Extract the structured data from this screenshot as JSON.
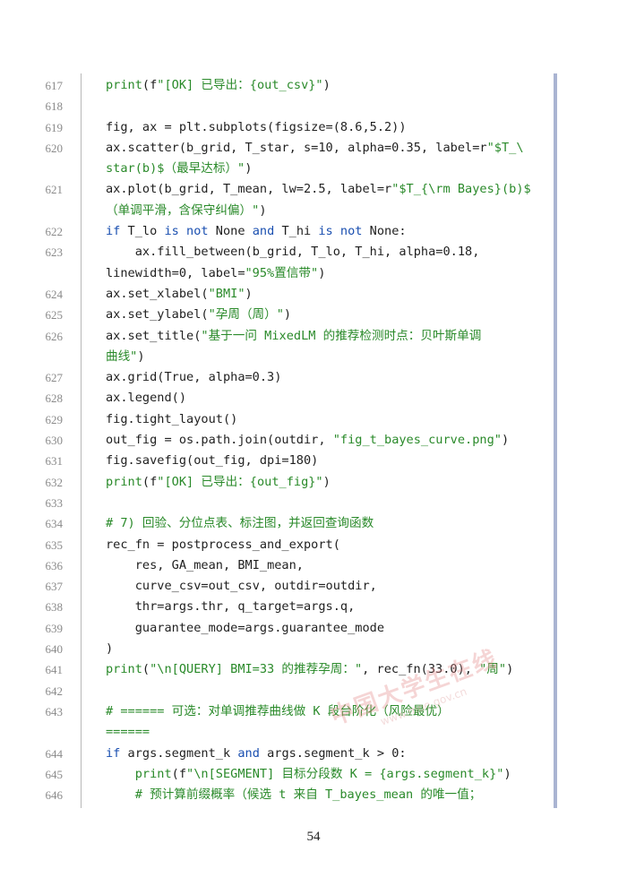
{
  "lines": [
    {
      "n": "617",
      "segs": [
        {
          "c": "str",
          "t": "print"
        },
        {
          "c": "",
          "t": "(f"
        },
        {
          "c": "str",
          "t": "\"[OK] 已导出：{out_csv}\""
        },
        {
          "c": "",
          "t": ")"
        }
      ]
    },
    {
      "n": "618",
      "segs": []
    },
    {
      "n": "619",
      "segs": [
        {
          "c": "",
          "t": "fig, ax = plt.subplots(figsize=(8.6,5.2))"
        }
      ]
    },
    {
      "n": "620",
      "segs": [
        {
          "c": "",
          "t": "ax.scatter(b_grid, T_star, s=10, alpha=0.35, label=r"
        },
        {
          "c": "str",
          "t": "\"$T_\\\n"
        },
        {
          "c": "str",
          "t": "star(b)$（最早达标）\""
        },
        {
          "c": "",
          "t": ")"
        }
      ]
    },
    {
      "n": "621",
      "segs": [
        {
          "c": "",
          "t": "ax.plot(b_grid, T_mean, lw=2.5, label=r"
        },
        {
          "c": "str",
          "t": "\"$T_{\\rm Bayes}(b)$\n（单调平滑，含保守纠偏）\""
        },
        {
          "c": "",
          "t": ")"
        }
      ]
    },
    {
      "n": "622",
      "segs": [
        {
          "c": "kw",
          "t": "if"
        },
        {
          "c": "",
          "t": " T_lo "
        },
        {
          "c": "kw",
          "t": "is not"
        },
        {
          "c": "",
          "t": " None "
        },
        {
          "c": "kw",
          "t": "and"
        },
        {
          "c": "",
          "t": " T_hi "
        },
        {
          "c": "kw",
          "t": "is not"
        },
        {
          "c": "",
          "t": " None:"
        }
      ]
    },
    {
      "n": "623",
      "segs": [
        {
          "c": "",
          "t": "    ax.fill_between(b_grid, T_lo, T_hi, alpha=0.18,\nlinewidth=0, label="
        },
        {
          "c": "str",
          "t": "\"95%置信带\""
        },
        {
          "c": "",
          "t": ")"
        }
      ]
    },
    {
      "n": "624",
      "segs": [
        {
          "c": "",
          "t": "ax.set_xlabel("
        },
        {
          "c": "str",
          "t": "\"BMI\""
        },
        {
          "c": "",
          "t": ")"
        }
      ]
    },
    {
      "n": "625",
      "segs": [
        {
          "c": "",
          "t": "ax.set_ylabel("
        },
        {
          "c": "str",
          "t": "\"孕周（周）\""
        },
        {
          "c": "",
          "t": ")"
        }
      ]
    },
    {
      "n": "626",
      "segs": [
        {
          "c": "",
          "t": "ax.set_title("
        },
        {
          "c": "str",
          "t": "\"基于一问 MixedLM 的推荐检测时点：贝叶斯单调\n曲线\""
        },
        {
          "c": "",
          "t": ")"
        }
      ]
    },
    {
      "n": "627",
      "segs": [
        {
          "c": "",
          "t": "ax.grid(True, alpha=0.3)"
        }
      ]
    },
    {
      "n": "628",
      "segs": [
        {
          "c": "",
          "t": "ax.legend()"
        }
      ]
    },
    {
      "n": "629",
      "segs": [
        {
          "c": "",
          "t": "fig.tight_layout()"
        }
      ]
    },
    {
      "n": "630",
      "segs": [
        {
          "c": "",
          "t": "out_fig = os.path.join(outdir, "
        },
        {
          "c": "str",
          "t": "\"fig_t_bayes_curve.png\""
        },
        {
          "c": "",
          "t": ")"
        }
      ]
    },
    {
      "n": "631",
      "segs": [
        {
          "c": "",
          "t": "fig.savefig(out_fig, dpi=180)"
        }
      ]
    },
    {
      "n": "632",
      "segs": [
        {
          "c": "str",
          "t": "print"
        },
        {
          "c": "",
          "t": "(f"
        },
        {
          "c": "str",
          "t": "\"[OK] 已导出：{out_fig}\""
        },
        {
          "c": "",
          "t": ")"
        }
      ]
    },
    {
      "n": "633",
      "segs": []
    },
    {
      "n": "634",
      "segs": [
        {
          "c": "cm",
          "t": "# 7) 回验、分位点表、标注图，并返回查询函数"
        }
      ]
    },
    {
      "n": "635",
      "segs": [
        {
          "c": "",
          "t": "rec_fn = postprocess_and_export("
        }
      ]
    },
    {
      "n": "636",
      "segs": [
        {
          "c": "",
          "t": "    res, GA_mean, BMI_mean,"
        }
      ]
    },
    {
      "n": "637",
      "segs": [
        {
          "c": "",
          "t": "    curve_csv=out_csv, outdir=outdir,"
        }
      ]
    },
    {
      "n": "638",
      "segs": [
        {
          "c": "",
          "t": "    thr=args.thr, q_target=args.q,"
        }
      ]
    },
    {
      "n": "639",
      "segs": [
        {
          "c": "",
          "t": "    guarantee_mode=args.guarantee_mode"
        }
      ]
    },
    {
      "n": "640",
      "segs": [
        {
          "c": "",
          "t": ")"
        }
      ]
    },
    {
      "n": "641",
      "segs": [
        {
          "c": "str",
          "t": "print"
        },
        {
          "c": "",
          "t": "("
        },
        {
          "c": "str",
          "t": "\"\\n[QUERY] BMI=33 的推荐孕周：\""
        },
        {
          "c": "",
          "t": ", rec_fn(33.0), "
        },
        {
          "c": "str",
          "t": "\"周\""
        },
        {
          "c": "",
          "t": ")"
        }
      ]
    },
    {
      "n": "642",
      "segs": []
    },
    {
      "n": "643",
      "segs": [
        {
          "c": "cm",
          "t": "# ====== 可选：对单调推荐曲线做 K 段台阶化（风险最优）\n======"
        }
      ]
    },
    {
      "n": "644",
      "segs": [
        {
          "c": "kw",
          "t": "if"
        },
        {
          "c": "",
          "t": " args.segment_k "
        },
        {
          "c": "kw",
          "t": "and"
        },
        {
          "c": "",
          "t": " args.segment_k > 0:"
        }
      ]
    },
    {
      "n": "645",
      "segs": [
        {
          "c": "",
          "t": "    "
        },
        {
          "c": "str",
          "t": "print"
        },
        {
          "c": "",
          "t": "(f"
        },
        {
          "c": "str",
          "t": "\"\\n[SEGMENT] 目标分段数 K = {args.segment_k}\""
        },
        {
          "c": "",
          "t": ")"
        }
      ]
    },
    {
      "n": "646",
      "segs": [
        {
          "c": "",
          "t": "    "
        },
        {
          "c": "cm",
          "t": "# 预计算前缀概率（候选 t 来自 T_bayes_mean 的唯一值；"
        }
      ]
    }
  ],
  "footer": {
    "page_number": "54"
  },
  "watermark": {
    "text": "中国大学生在线",
    "url": "www.moe.gov.cn"
  },
  "colors": {
    "keyword": "#1a4fb0",
    "string": "#2a8a2a",
    "rule": "#aab4d2"
  }
}
